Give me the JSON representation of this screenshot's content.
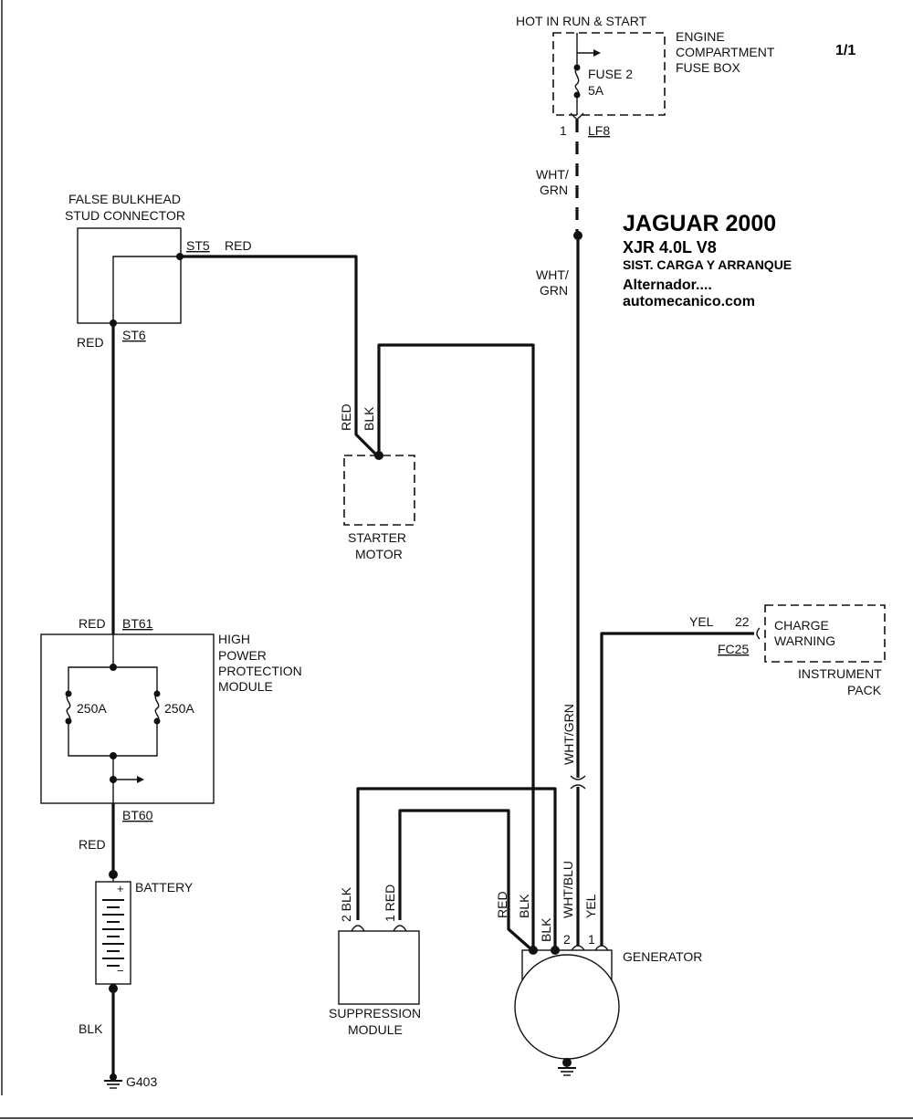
{
  "page_number": "1/1",
  "title": {
    "make_year": "JAGUAR 2000",
    "model": "XJR  4.0L  V8",
    "system": "SIST. CARGA Y ARRANQUE",
    "subsystem": "Alternador....",
    "website": "automecanico.com"
  },
  "fuse_box": {
    "hot_label": "HOT IN RUN & START",
    "name_lines": [
      "ENGINE",
      "COMPARTMENT",
      "FUSE BOX"
    ],
    "fuse_name": "FUSE 2",
    "fuse_rating": "5A",
    "pin": "1",
    "connector": "LF8"
  },
  "wires": {
    "fuse_out_color": [
      "WHT/",
      "GRN"
    ],
    "fuse_lower_color": [
      "WHT/",
      "GRN"
    ],
    "vertical_color": "WHT/GRN",
    "st5_color": "RED",
    "st6_color": "RED",
    "starter_red": "RED",
    "starter_blk": "BLK",
    "bt61_color": "RED",
    "bt60_color": "RED",
    "ground_color": "BLK",
    "yel_color": "YEL"
  },
  "bulkhead": {
    "name_lines": [
      "FALSE BULKHEAD",
      "STUD CONNECTOR"
    ],
    "stud_a": "ST5",
    "stud_b": "ST6"
  },
  "starter": {
    "name_lines": [
      "STARTER",
      "MOTOR"
    ]
  },
  "protection_module": {
    "name_lines": [
      "HIGH",
      "POWER",
      "PROTECTION",
      "MODULE"
    ],
    "in_connector": "BT61",
    "out_connector": "BT60",
    "fuse_left": "250A",
    "fuse_right": "250A"
  },
  "battery": {
    "name": "BATTERY",
    "plus": "+",
    "minus": "−"
  },
  "ground": {
    "name": "G403"
  },
  "instrument_pack": {
    "pin": "22",
    "connector": "FC25",
    "warning_lines": [
      "CHARGE",
      "WARNING"
    ],
    "name_lines": [
      "INSTRUMENT",
      "PACK"
    ]
  },
  "suppression_module": {
    "pin2_label": "2 BLK",
    "pin1_label": "1 RED",
    "name_lines": [
      "SUPPRESSION",
      "MODULE"
    ]
  },
  "generator": {
    "name": "GENERATOR",
    "wire_red": "RED",
    "wire_blk1": "BLK",
    "wire_blk2": "BLK",
    "wire_wht_blu": "WHT/BLU",
    "wire_yel": "YEL",
    "pin2": "2",
    "pin1": "1"
  }
}
